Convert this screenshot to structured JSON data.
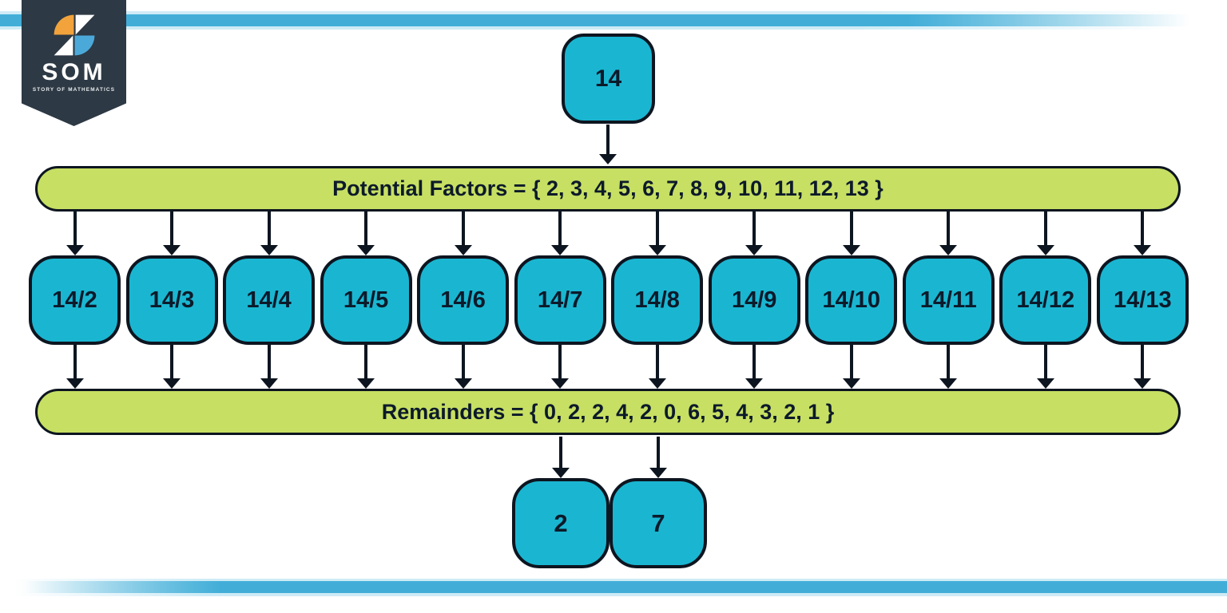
{
  "brand": {
    "name": "SOM",
    "tagline": "STORY OF MATHEMATICS"
  },
  "diagram": {
    "dividend": "14",
    "potential_factors_label": "Potential Factors = { 2, 3, 4, 5, 6, 7, 8, 9, 10, 11, 12, 13 }",
    "divisions": [
      "14/2",
      "14/3",
      "14/4",
      "14/5",
      "14/6",
      "14/7",
      "14/8",
      "14/9",
      "14/10",
      "14/11",
      "14/12",
      "14/13"
    ],
    "remainders_label": "Remainders = { 0, 2, 2, 4, 2, 0, 6, 5, 4, 3, 2, 1 }",
    "factors_found": [
      "2",
      "7"
    ]
  },
  "colors": {
    "cyan": "#1ab6d1",
    "green": "#c7df63",
    "ink": "#0d1520",
    "stripe_blue": "#42aed8",
    "banner_navy": "#2d3944",
    "logo_orange": "#f2a33c",
    "logo_blue": "#4ba9d9"
  }
}
